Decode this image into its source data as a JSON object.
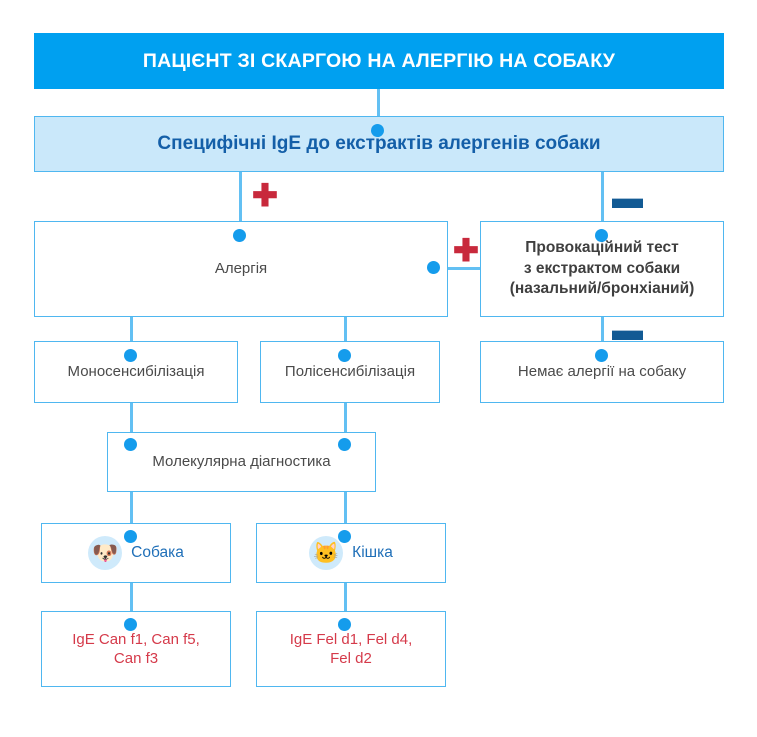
{
  "title": "Алгоритм діагностики алергії на собаку",
  "colors": {
    "banner_bg": "#00A0F0",
    "band_bg": "#CAE8FA",
    "border": "#4FB7F0",
    "connector": "#63C0F3",
    "dot": "#159CEC",
    "plus": "#C8293C",
    "minus": "#125A94",
    "ige_text": "#D53A4A",
    "animal_text": "#1F6FB8",
    "body_text": "#4a4a4a"
  },
  "nodes": {
    "banner": "ПАЦІЄНТ ЗІ СКАРГОЮ НА АЛЕРГІЮ НА СОБАКУ",
    "band": "Специфічні IgE до екстрактів алергенів собаки",
    "allergy": "Алергія",
    "provocation": "Провокаційний тест\nз екстрактом собаки\n(назальний/бронхіаний)",
    "mono": "Моносенсибілізація",
    "poly": "Полісенсибілізація",
    "no_allergy": "Немає алергії на собаку",
    "molecular": "Молекулярна діагностика",
    "dog": "Собака",
    "cat": "Кішка",
    "ige_dog": "IgE Can f1, Can f5,\nCan f3",
    "ige_cat": "IgE Fel d1, Fel d4,\nFel d2"
  },
  "icons": {
    "dog": "🐶",
    "cat": "🐱"
  },
  "signs": {
    "plus": "✚",
    "minus": "▬",
    "plus_band_to_allergy": "✚",
    "minus_band_to_provocation": "▬",
    "plus_allergy_from_provocation": "✚",
    "minus_provocation_to_noallergy": "▬"
  },
  "chart_data": {
    "type": "diagram",
    "diagram_type": "flowchart",
    "levels": [
      {
        "level": 1,
        "nodes": [
          "ПАЦІЄНТ ЗІ СКАРГОЮ НА АЛЕРГІЮ НА СОБАКУ"
        ]
      },
      {
        "level": 2,
        "nodes": [
          "Специфічні IgE до екстрактів алергенів собаки"
        ]
      },
      {
        "level": 3,
        "nodes": [
          "Алергія",
          "Провокаційний тест з екстрактом собаки (назальний/бронхіаний)"
        ]
      },
      {
        "level": 4,
        "nodes": [
          "Моносенсибілізація",
          "Полісенсибілізація",
          "Немає алергії на собаку"
        ]
      },
      {
        "level": 5,
        "nodes": [
          "Молекулярна діагностика"
        ]
      },
      {
        "level": 6,
        "nodes": [
          "Собака",
          "Кішка"
        ]
      },
      {
        "level": 7,
        "nodes": [
          "IgE Can f1, Can f5, Can f3",
          "IgE Fel d1, Fel d4, Fel d2"
        ]
      }
    ],
    "edges": [
      {
        "from": "ПАЦІЄНТ ЗІ СКАРГОЮ НА АЛЕРГІЮ НА СОБАКУ",
        "to": "Специфічні IgE до екстрактів алергенів собаки",
        "label": ""
      },
      {
        "from": "Специфічні IgE до екстрактів алергенів собаки",
        "to": "Алергія",
        "label": "+"
      },
      {
        "from": "Специфічні IgE до екстрактів алергенів собаки",
        "to": "Провокаційний тест з екстрактом собаки (назальний/бронхіаний)",
        "label": "-"
      },
      {
        "from": "Провокаційний тест з екстрактом собаки (назальний/бронхіаний)",
        "to": "Алергія",
        "label": "+"
      },
      {
        "from": "Провокаційний тест з екстрактом собаки (назальний/бронхіаний)",
        "to": "Немає алергії на собаку",
        "label": "-"
      },
      {
        "from": "Алергія",
        "to": "Моносенсибілізація",
        "label": ""
      },
      {
        "from": "Алергія",
        "to": "Полісенсибілізація",
        "label": ""
      },
      {
        "from": "Моносенсибілізація",
        "to": "Молекулярна діагностика",
        "label": ""
      },
      {
        "from": "Полісенсибілізація",
        "to": "Молекулярна діагностика",
        "label": ""
      },
      {
        "from": "Молекулярна діагностика",
        "to": "Собака",
        "label": ""
      },
      {
        "from": "Молекулярна діагностика",
        "to": "Кішка",
        "label": ""
      },
      {
        "from": "Собака",
        "to": "IgE Can f1, Can f5, Can f3",
        "label": ""
      },
      {
        "from": "Кішка",
        "to": "IgE Fel d1, Fel d4, Fel d2",
        "label": ""
      }
    ]
  }
}
